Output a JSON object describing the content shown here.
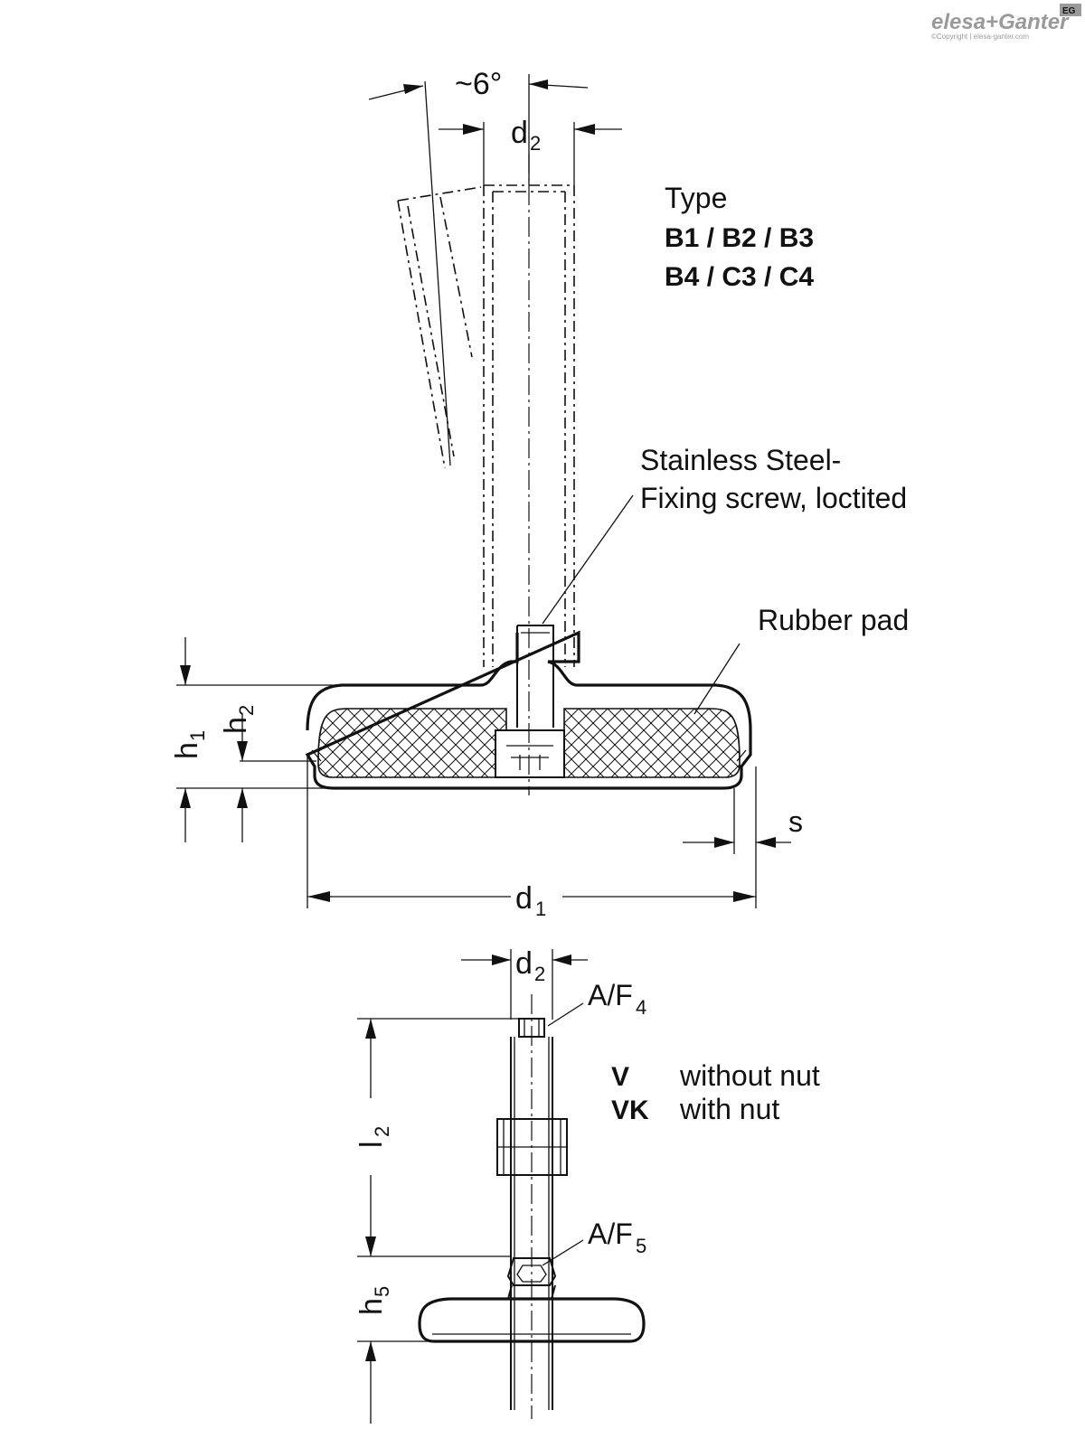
{
  "logo": {
    "brand": "elesa+Ganter",
    "mark": "EG",
    "copyright": "©Copyright | elesa-ganter.com"
  },
  "labels": {
    "angle": "~6°",
    "type_heading": "Type",
    "type_line_1": "B1 / B2 / B3",
    "type_line_2": "B4 / C3 / C4",
    "screw_line_1": "Stainless Steel-",
    "screw_line_2": "Fixing screw, loctited",
    "rubber_pad": "Rubber pad",
    "v_code": "V",
    "v_text": "without nut",
    "vk_code": "VK",
    "vk_text": "with nut"
  },
  "dimensions": {
    "d2_top": {
      "main": "d",
      "sub": "2"
    },
    "d2_bottom": {
      "main": "d",
      "sub": "2"
    },
    "d1": {
      "main": "d",
      "sub": "1"
    },
    "h1": {
      "main": "h",
      "sub": "1"
    },
    "h2": {
      "main": "h",
      "sub": "2"
    },
    "s": {
      "main": "s"
    },
    "l2": {
      "main": "l",
      "sub": "2"
    },
    "h5": {
      "main": "h",
      "sub": "5"
    },
    "af4": {
      "main": "A/F",
      "sub": "4"
    },
    "af5": {
      "main": "A/F",
      "sub": "5"
    }
  }
}
